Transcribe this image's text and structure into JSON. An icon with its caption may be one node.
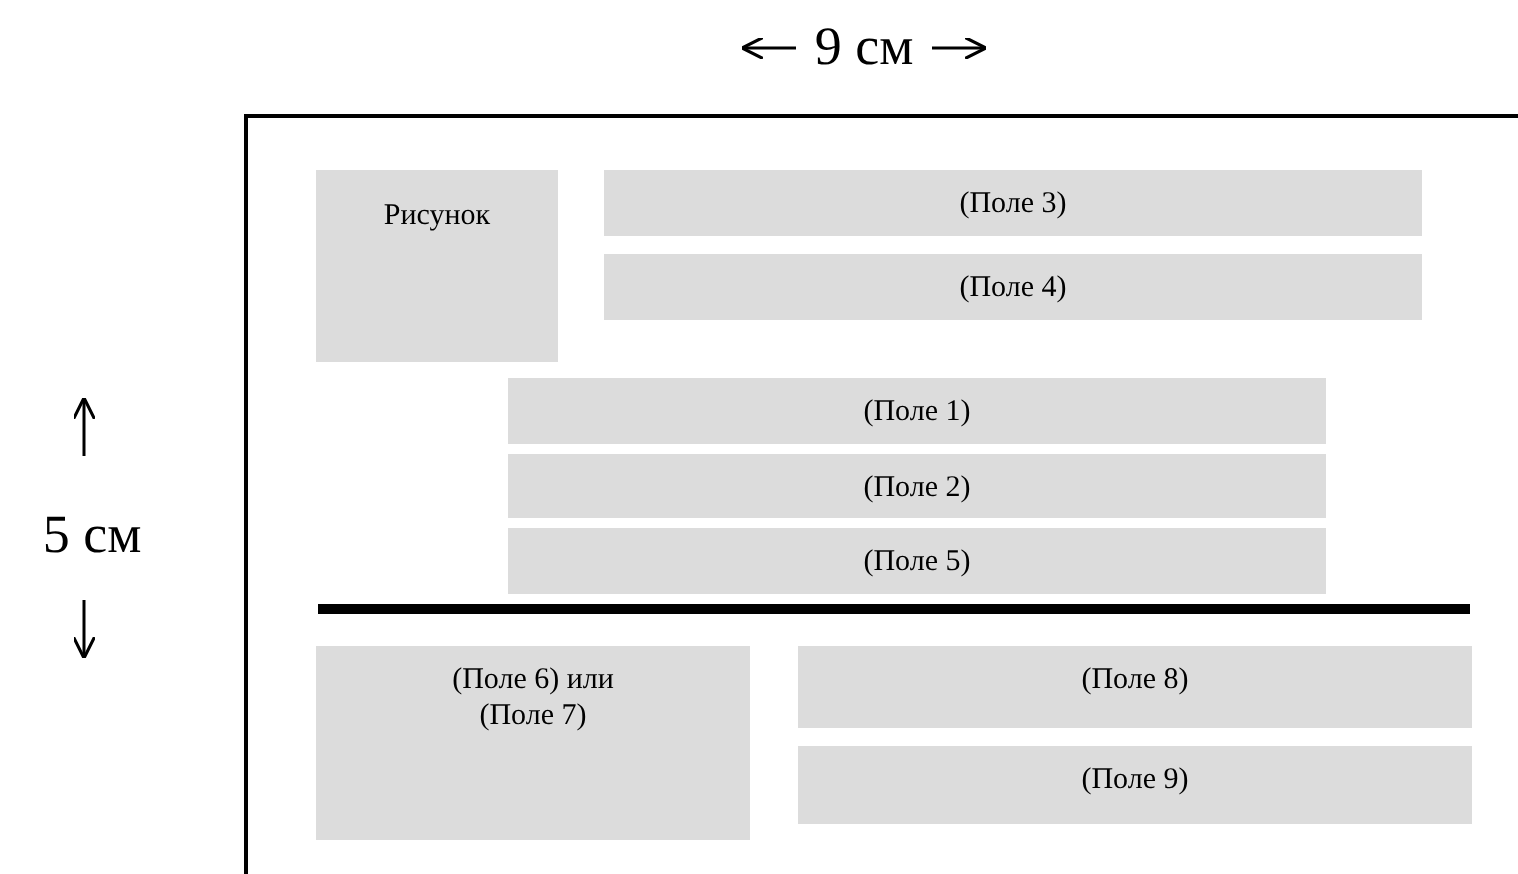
{
  "diagram": {
    "nodes": [
      {
        "text": [],
        "shape": "box"
      },
      {
        "text": [
          "Рисунок"
        ],
        "in": 0
      },
      {
        "text": [
          "(Поле 3)"
        ],
        "in": 0
      },
      {
        "text": [
          "(Поле 4)"
        ],
        "in": 0
      },
      {
        "text": [
          "(Поле 1)"
        ],
        "in": 0
      },
      {
        "text": [
          "(Поле 2)"
        ],
        "in": 0
      },
      {
        "text": [
          "(Поле 5)"
        ],
        "in": 0
      },
      {
        "text": [
          "(Поле 6) или (Поле 7)"
        ],
        "in": 0
      },
      {
        "text": [
          "(Поле 8)"
        ],
        "in": 0
      },
      {
        "text": [
          "(Поле 9)"
        ],
        "in": 0
      }
    ],
    "edges": [],
    "labels": [
      "9 см",
      "5 см"
    ]
  }
}
